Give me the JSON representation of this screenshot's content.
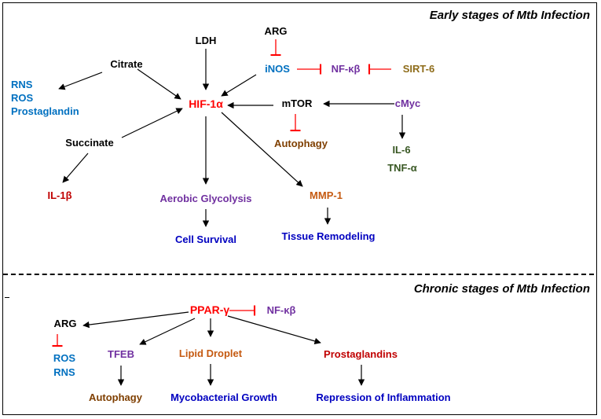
{
  "colors": {
    "red": "#ff0000",
    "blue": "#0070c0",
    "purple": "#7030a0",
    "brown": "#7f3f00",
    "green": "#385723",
    "darkblue": "#0000c0",
    "orange": "#c55a11",
    "darkred": "#c00000",
    "black": "#000000",
    "olive": "#8e6c1a"
  },
  "early": {
    "title": "Early stages of Mtb Infection",
    "ldh": "LDH",
    "arg": "ARG",
    "citrate": "Citrate",
    "inos": "iNOS",
    "nfkb": "NF-κβ",
    "sirt6": "SIRT-6",
    "rns": "RNS",
    "ros": "ROS",
    "prostaglandin": "Prostaglandin",
    "hif1a": "HIF-1α",
    "mtor": "mTOR",
    "cmyc": "cMyc",
    "succinate": "Succinate",
    "autophagy": "Autophagy",
    "il6": "IL-6",
    "tnfa": "TNF-α",
    "il1b": "IL-1β",
    "aerobic_glycolysis": "Aerobic Glycolysis",
    "mmp1": "MMP-1",
    "cell_survival": "Cell Survival",
    "tissue_remodeling": "Tissue Remodeling"
  },
  "chronic": {
    "title": "Chronic stages of Mtb Infection",
    "pparg": "PPAR-γ",
    "nfkb": "NF-κβ",
    "arg": "ARG",
    "tfeb": "TFEB",
    "lipid_droplet": "Lipid Droplet",
    "prostaglandins": "Prostaglandins",
    "ros": "ROS",
    "rns": "RNS",
    "autophagy": "Autophagy",
    "mycobacterial_growth": "Mycobacterial Growth",
    "repression_inflammation": "Repression of Inflammation"
  }
}
